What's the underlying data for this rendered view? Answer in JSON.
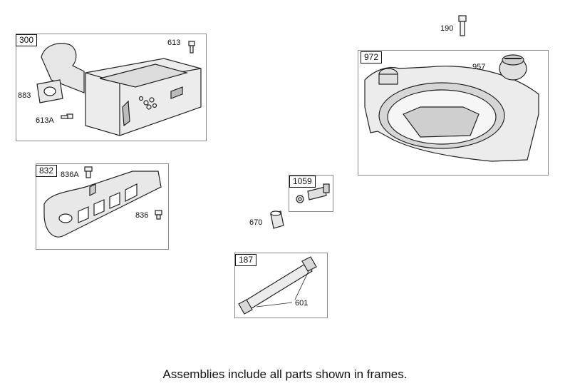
{
  "frames": {
    "muffler": {
      "id": "300"
    },
    "guard": {
      "id": "832"
    },
    "fitting": {
      "id": "1059"
    },
    "tube": {
      "id": "187"
    },
    "tank": {
      "id": "972"
    }
  },
  "parts": {
    "p613": "613",
    "p883": "883",
    "p613a": "613A",
    "p836a": "836A",
    "p836": "836",
    "p670": "670",
    "p601": "601",
    "p190": "190",
    "p957": "957"
  },
  "footer": "Assemblies include all parts shown in frames."
}
